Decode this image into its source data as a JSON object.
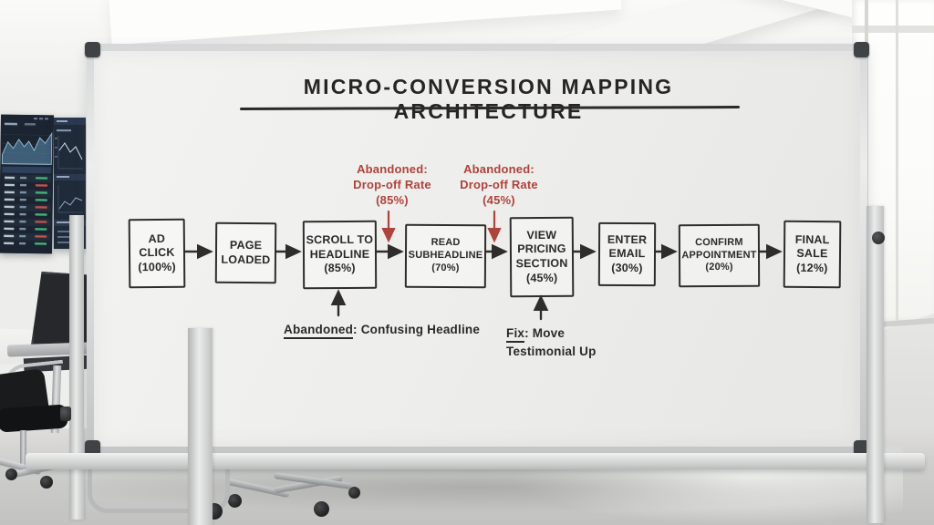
{
  "board": {
    "title": "MICRO-CONVERSION MAPPING ARCHITECTURE"
  },
  "flow": {
    "steps": [
      {
        "label": "AD\nCLICK\n(100%)"
      },
      {
        "label": "PAGE\nLOADED"
      },
      {
        "label": "SCROLL TO\nHEADLINE\n(85%)"
      },
      {
        "label": "READ\nSUBHEADLINE\n(70%)"
      },
      {
        "label": "VIEW\nPRICING\nSECTION\n(45%)"
      },
      {
        "label": "ENTER\nEMAIL\n(30%)"
      },
      {
        "label": "CONFIRM\nAPPOINTMENT\n(20%)"
      },
      {
        "label": "FINAL\nSALE\n(12%)"
      }
    ]
  },
  "annotations": {
    "dropoff1": {
      "text": "Abandoned:\nDrop-off Rate\n(85%)"
    },
    "dropoff2": {
      "text": "Abandoned:\nDrop-off Rate\n(45%)"
    },
    "abandoned": {
      "word": "Abandoned",
      "rest": ": Confusing Headline"
    },
    "fix": {
      "word": "Fix",
      "rest": ": Move\nTestimonial Up"
    }
  },
  "colors": {
    "ink": "#2b2a28",
    "accent_red": "#b0423c"
  }
}
